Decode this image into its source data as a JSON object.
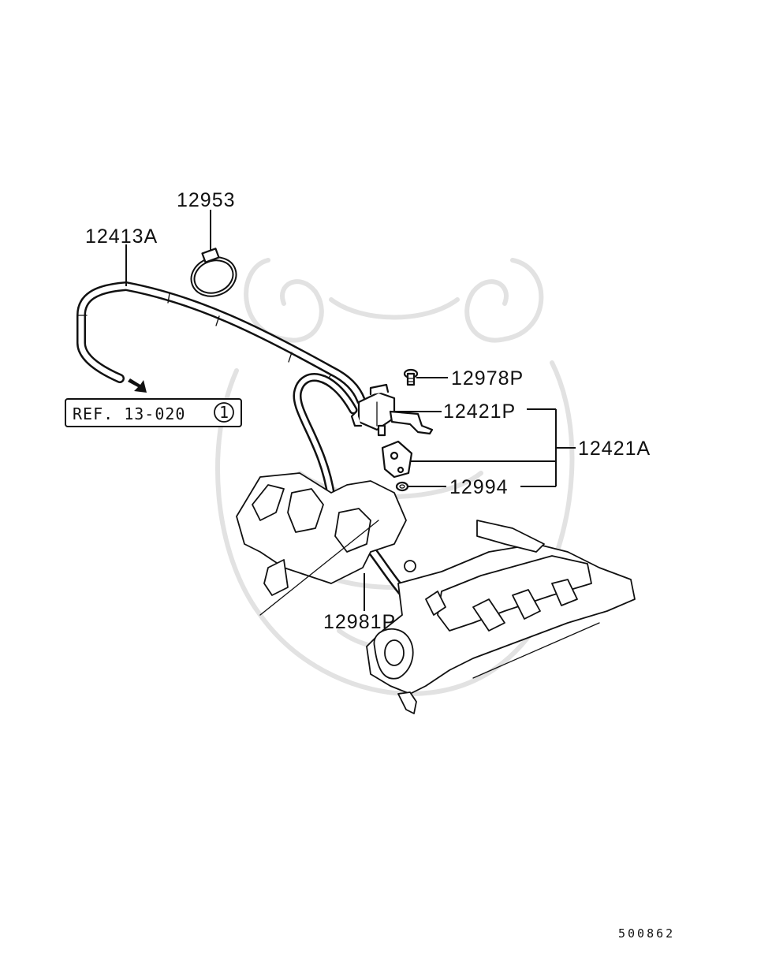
{
  "diagram": {
    "callouts": {
      "clamp": "12953",
      "hose_main": "12413A",
      "bolt": "12978P",
      "solenoid_valve": "12421P",
      "valve_assembly": "12421A",
      "nut": "12994",
      "hose_lower": "12981P"
    },
    "reference": {
      "text": "REF. 13-020",
      "circle_number": "1"
    },
    "diagram_code": "500862"
  },
  "colors": {
    "line": "#111111",
    "background": "#ffffff",
    "watermark": "#e2e2e2"
  },
  "icons": {
    "arrow": "arrow-down-right-icon",
    "watermark": "brand-emblem-watermark"
  }
}
